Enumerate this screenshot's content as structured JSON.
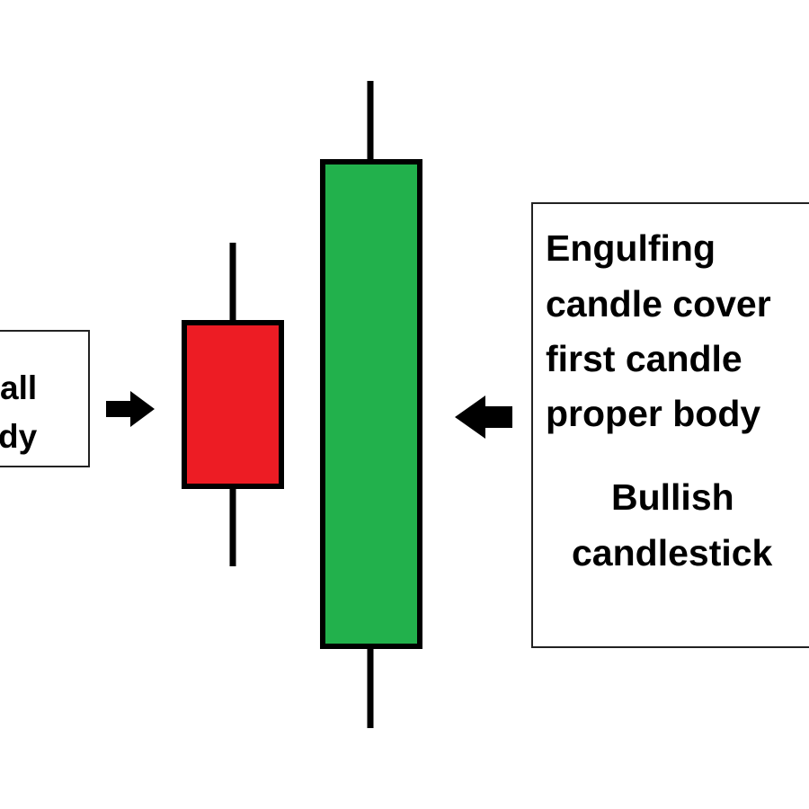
{
  "left_note": {
    "lines": [
      "all",
      "dy"
    ]
  },
  "right_note": {
    "lines": [
      "Engulfing",
      "candle cover",
      "first candle",
      "proper body"
    ],
    "pattern_lines": [
      "Bullish",
      "candlestick"
    ]
  },
  "candles": [
    {
      "name": "first-candle",
      "color": "#ed1c24",
      "type": "bearish"
    },
    {
      "name": "engulfing-candle",
      "color": "#22b14c",
      "type": "bullish"
    }
  ],
  "outline_color": "#000000"
}
